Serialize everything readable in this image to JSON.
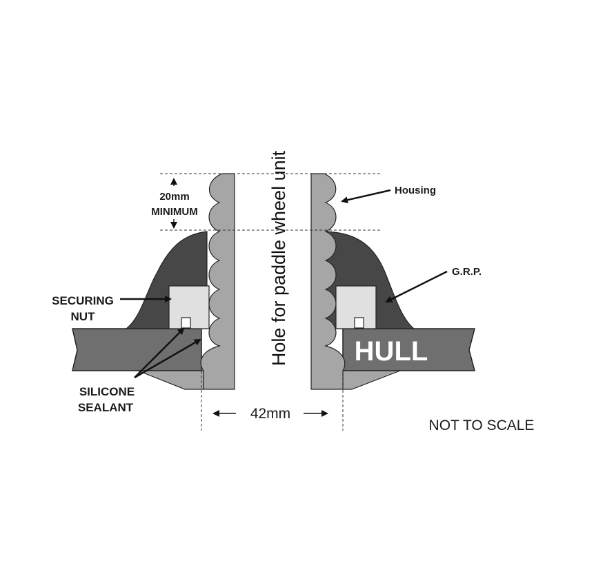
{
  "labels": {
    "housing": "Housing",
    "grp": "G.R.P.",
    "securing_nut_line1": "SECURING",
    "securing_nut_line2": "NUT",
    "silicone_line1": "SILICONE",
    "silicone_line2": "SEALANT",
    "min_value": "20mm",
    "min_word": "MINIMUM",
    "hull": "HULL",
    "hole": "Hole for paddle wheel unit",
    "width": "42mm",
    "scale_note": "NOT TO SCALE"
  },
  "colors": {
    "housing": "#a6a6a6",
    "grp": "#474747",
    "hull": "#6f6f6f",
    "nut": "#e0e0e0",
    "outline": "#222222"
  }
}
